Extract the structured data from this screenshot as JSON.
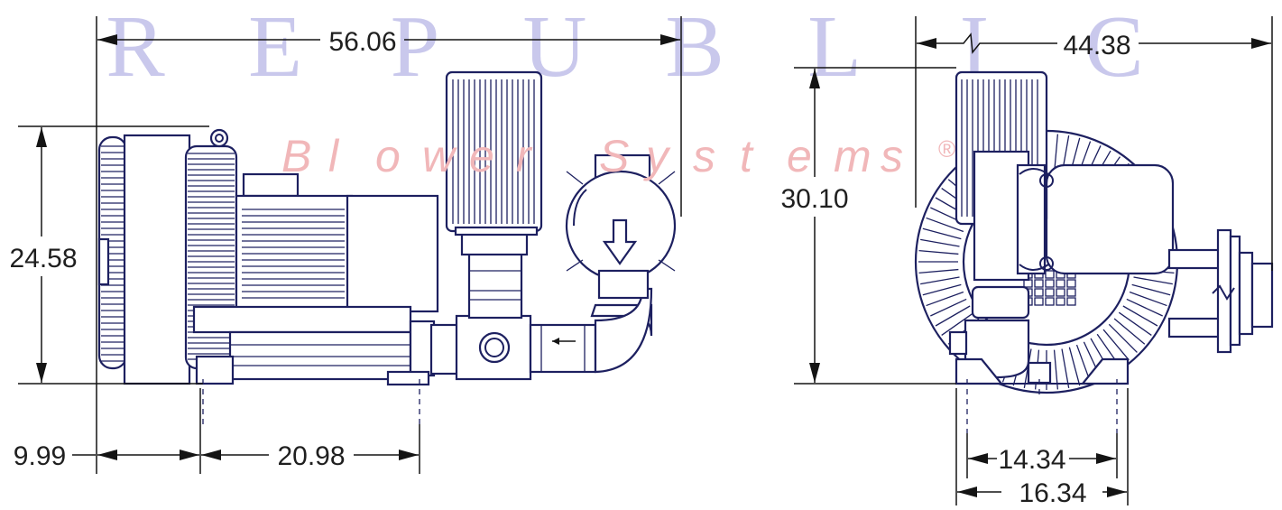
{
  "watermark": {
    "brand": "REPUBLIC",
    "tagline": "Blower Systems",
    "registered": "®"
  },
  "dimensions": {
    "overall_length": "56.06",
    "overall_height": "24.58",
    "front_offset": "9.99",
    "base_length": "20.98",
    "side_width": "44.38",
    "side_height": "30.10",
    "foot_inner_width": "14.34",
    "foot_outer_width": "16.34"
  },
  "colors": {
    "drawing": "#1d2060",
    "dimension_lines": "#141414",
    "watermark_brand": "#c9c8ec",
    "watermark_tagline": "#f1b7b9"
  }
}
